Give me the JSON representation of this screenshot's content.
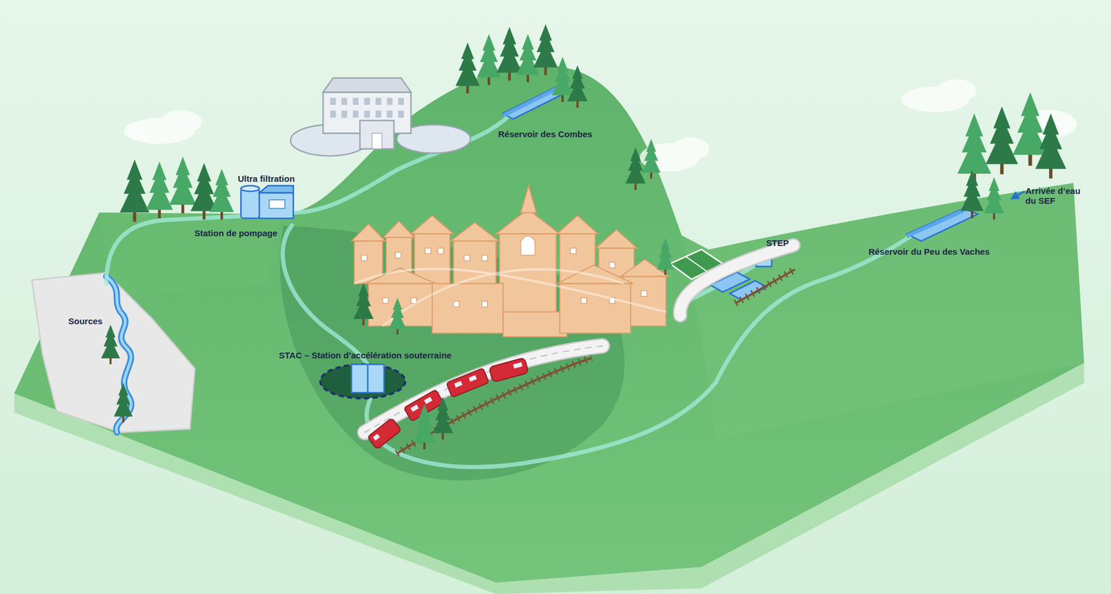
{
  "diagram": {
    "labels": [
      "Réservoir des Combes",
      "Ultra filtration",
      "Arrivée d’eau du SEF",
      "Station de pompage",
      "STEP",
      "Réservoir du Peu des Vaches",
      "Sources",
      "STAC – Station d’accélération souterraine"
    ]
  }
}
